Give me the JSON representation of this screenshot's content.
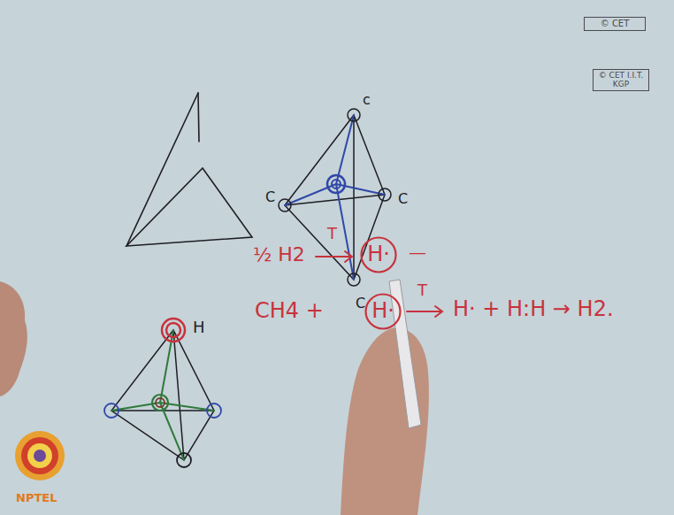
{
  "diagram": {
    "nodes": [
      {
        "text": [
          "© CET"
        ]
      },
      {
        "text": [
          "© CET I.I.T. KGP"
        ]
      },
      {
        "text": [
          "H·"
        ]
      },
      {
        "text": [
          "H·"
        ]
      }
    ],
    "labels": [
      "c",
      "C",
      "C",
      "C",
      "H",
      "½ H2",
      "T",
      "—",
      "CH4 +",
      "T",
      "H· + H:H → H2.",
      "NPTEL"
    ]
  }
}
